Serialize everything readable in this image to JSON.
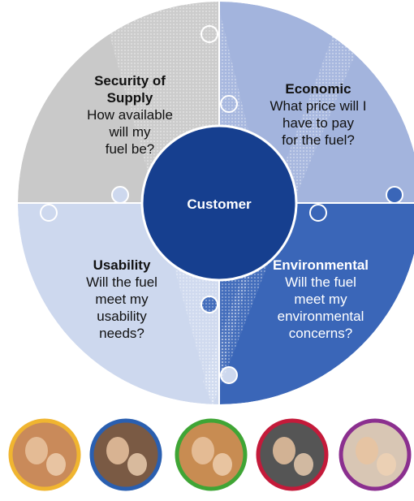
{
  "center": {
    "label": "Customer",
    "color": "#163f8f"
  },
  "quadrants": [
    {
      "id": "security",
      "title_lines": [
        "Security of",
        "Supply"
      ],
      "body_lines": [
        "How available",
        "will my",
        "fuel be?"
      ],
      "color": "#c9c9c9",
      "text_color": "#111111"
    },
    {
      "id": "economic",
      "title_lines": [
        "Economic"
      ],
      "body_lines": [
        "What price will I",
        "have to pay",
        "for the fuel?"
      ],
      "color": "#a3b4dd",
      "text_color": "#111111"
    },
    {
      "id": "usability",
      "title_lines": [
        "Usability"
      ],
      "body_lines": [
        "Will the fuel",
        "meet my",
        "usability",
        "needs?"
      ],
      "color": "#cdd8ee",
      "text_color": "#111111"
    },
    {
      "id": "environmental",
      "title_lines": [
        "Environmental"
      ],
      "body_lines": [
        "Will the fuel",
        "meet my",
        "environmental",
        "concerns?"
      ],
      "color": "#3a66b8",
      "text_color": "#ffffff"
    }
  ],
  "photos": [
    {
      "name": "photo-elderly-couple",
      "ring": "#f0b530",
      "bg": "#c98a5a"
    },
    {
      "name": "photo-father-child",
      "ring": "#2a5fb0",
      "bg": "#7a5a44"
    },
    {
      "name": "photo-mother-child",
      "ring": "#3fa535",
      "bg": "#c88c52"
    },
    {
      "name": "photo-driver",
      "ring": "#c41a3a",
      "bg": "#555555"
    },
    {
      "name": "photo-senior-couple",
      "ring": "#8b2f8f",
      "bg": "#d8c6b4"
    }
  ]
}
